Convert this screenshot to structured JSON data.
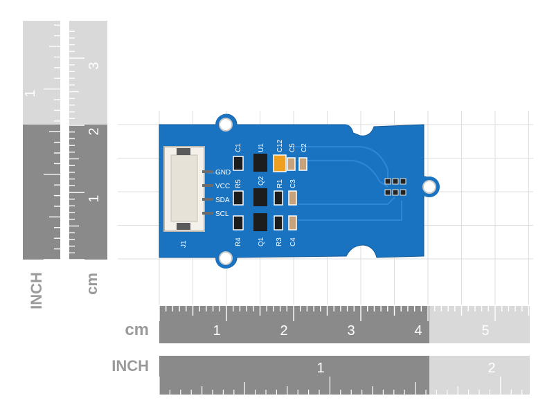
{
  "rulers": {
    "horizontal_cm": {
      "unit_label": "cm",
      "numbers": [
        "1",
        "2",
        "3",
        "4",
        "5"
      ]
    },
    "horizontal_inch": {
      "unit_label": "INCH",
      "numbers": [
        "1",
        "2"
      ]
    },
    "vertical_cm": {
      "unit_label": "cm",
      "numbers": [
        "1",
        "2",
        "3"
      ]
    },
    "vertical_inch": {
      "unit_label": "INCH",
      "numbers": [
        "1"
      ]
    }
  },
  "board": {
    "connector_pins": [
      "GND",
      "VCC",
      "SDA",
      "SCL"
    ],
    "silkscreen": {
      "c1": "C1",
      "u1": "U1",
      "c12": "C12",
      "c5": "C5",
      "c2": "C2",
      "r5": "R5",
      "q2": "Q2",
      "r1": "R1",
      "c3": "C3",
      "r4": "R4",
      "q1": "Q1",
      "r3": "R3",
      "c4": "C4",
      "j1": "J1"
    }
  },
  "colors": {
    "pcb": "#1a73c0",
    "ruler_dark": "#8a8a8a",
    "ruler_light": "#d6d6d6",
    "grid": "#dcdcdc"
  }
}
